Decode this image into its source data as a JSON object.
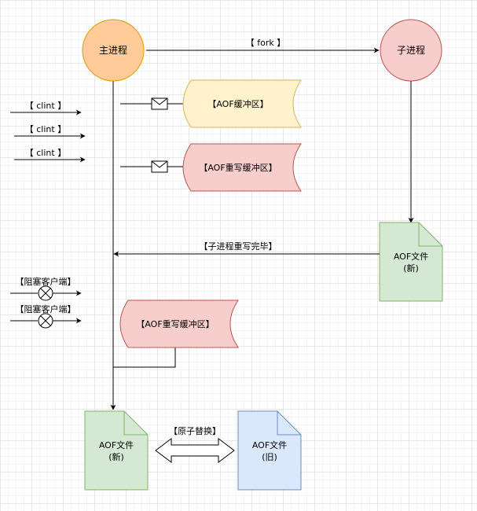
{
  "nodes": {
    "main_process": "主进程",
    "child_process": "子进程",
    "aof_buffer": "【AOF缓冲区】",
    "aof_rewrite_buffer_1": "【AOF重写缓冲区】",
    "aof_rewrite_buffer_2": "【AOF重写缓冲区】",
    "new_file_right": {
      "line1": "AOF文件",
      "line2": "(新)"
    },
    "new_file_bottom": {
      "line1": "AOF文件",
      "line2": "(新)"
    },
    "old_file": {
      "line1": "AOF文件",
      "line2": "(旧)"
    }
  },
  "edges": {
    "fork": "【 fork 】",
    "child_done": "【子进程重写完毕】",
    "atomic_replace": "【原子替换】"
  },
  "clients": [
    "【 clint 】",
    "【 clint 】",
    "【 clint 】"
  ],
  "blocked_clients": [
    "【阻塞客户端】",
    "【阻塞客户端】"
  ],
  "colors": {
    "orange_fill": "#ffcc99",
    "orange_stroke": "#d79b00",
    "pink_fill": "#f8cecc",
    "pink_stroke": "#b85450",
    "yellow_fill": "#fff2cc",
    "yellow_stroke": "#d6b656",
    "green_fill": "#d5e8d4",
    "green_stroke": "#82b366",
    "blue_fill": "#dae8fc",
    "blue_stroke": "#6c8ebf"
  },
  "icons": [
    "mail-icon",
    "blocked-circle-icon",
    "double-arrow-icon"
  ]
}
